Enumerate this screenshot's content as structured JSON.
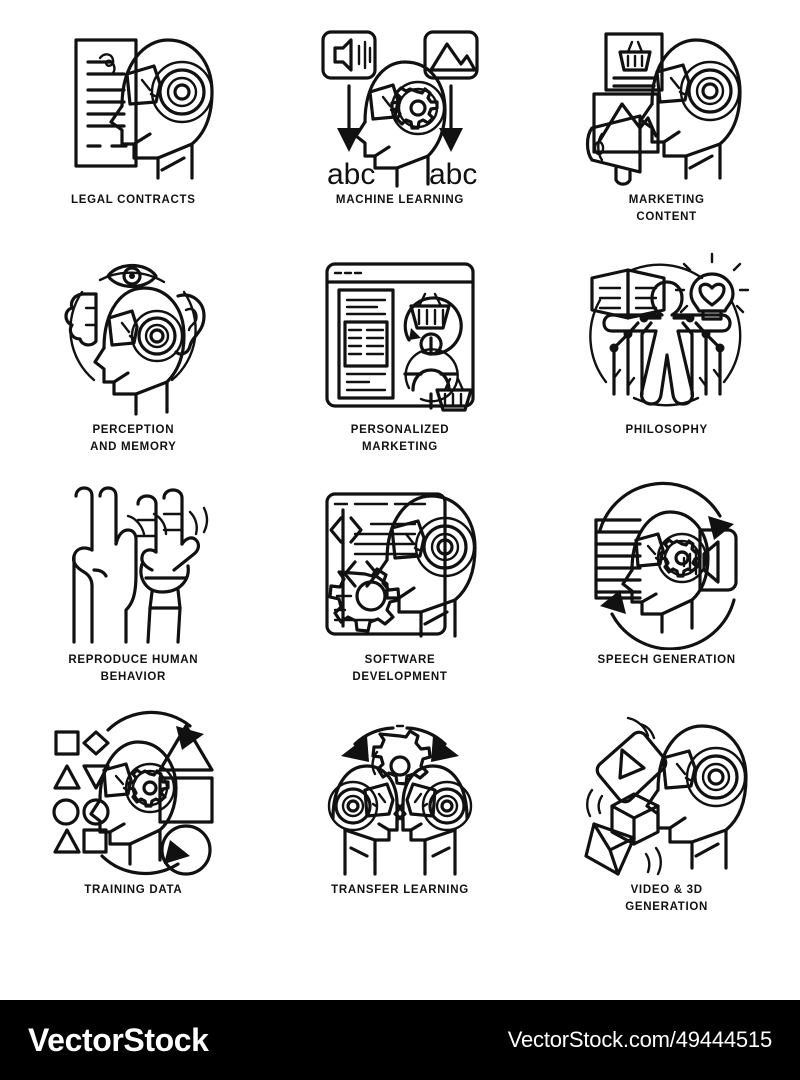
{
  "page": {
    "background": "#ffffff",
    "ink": "#111111"
  },
  "icons": [
    {
      "id": "legal-contracts",
      "label": "LEGAL CONTRACTS",
      "glyph": "contract-document-robot-head-icon"
    },
    {
      "id": "machine-learning",
      "label": "MACHINE LEARNING",
      "glyph": "audio-image-to-text-robot-head-icon",
      "sub_labels": [
        "abc",
        "abc"
      ]
    },
    {
      "id": "marketing-content",
      "label": "MARKETING\nCONTENT",
      "glyph": "megaphone-basket-image-robot-head-icon"
    },
    {
      "id": "perception-and-memory",
      "label": "PERCEPTION\nAND MEMORY",
      "glyph": "brain-eye-ear-robot-head-icon"
    },
    {
      "id": "personalized-marketing",
      "label": "PERSONALIZED\nMARKETING",
      "glyph": "browser-window-basket-target-user-icon"
    },
    {
      "id": "philosophy",
      "label": "PHILOSOPHY",
      "glyph": "vitruvian-circuit-book-bulb-icon"
    },
    {
      "id": "reproduce-human-behavior",
      "label": "REPRODUCE HUMAN\nBEHAVIOR",
      "glyph": "human-hand-and-robot-hand-peace-sign-icon"
    },
    {
      "id": "software-development",
      "label": "SOFTWARE\nDEVELOPMENT",
      "glyph": "code-brackets-gear-robot-head-icon"
    },
    {
      "id": "speech-generation",
      "label": "SPEECH GENERATION",
      "glyph": "text-lines-speaker-arrows-robot-head-icon"
    },
    {
      "id": "training-data",
      "label": "TRAINING DATA",
      "glyph": "small-shapes-big-shapes-arrows-robot-head-icon"
    },
    {
      "id": "transfer-learning",
      "label": "TRANSFER LEARNING",
      "glyph": "two-facing-robot-heads-gear-arrows-icon"
    },
    {
      "id": "video-3d-generation",
      "label": "VIDEO & 3D\nGENERATION",
      "glyph": "play-button-cubes-robot-head-icon"
    }
  ],
  "footer": {
    "brand": "VectorStock",
    "attribution": "VectorStock.com/49444515",
    "background": "#000000",
    "text_color": "#ffffff"
  }
}
